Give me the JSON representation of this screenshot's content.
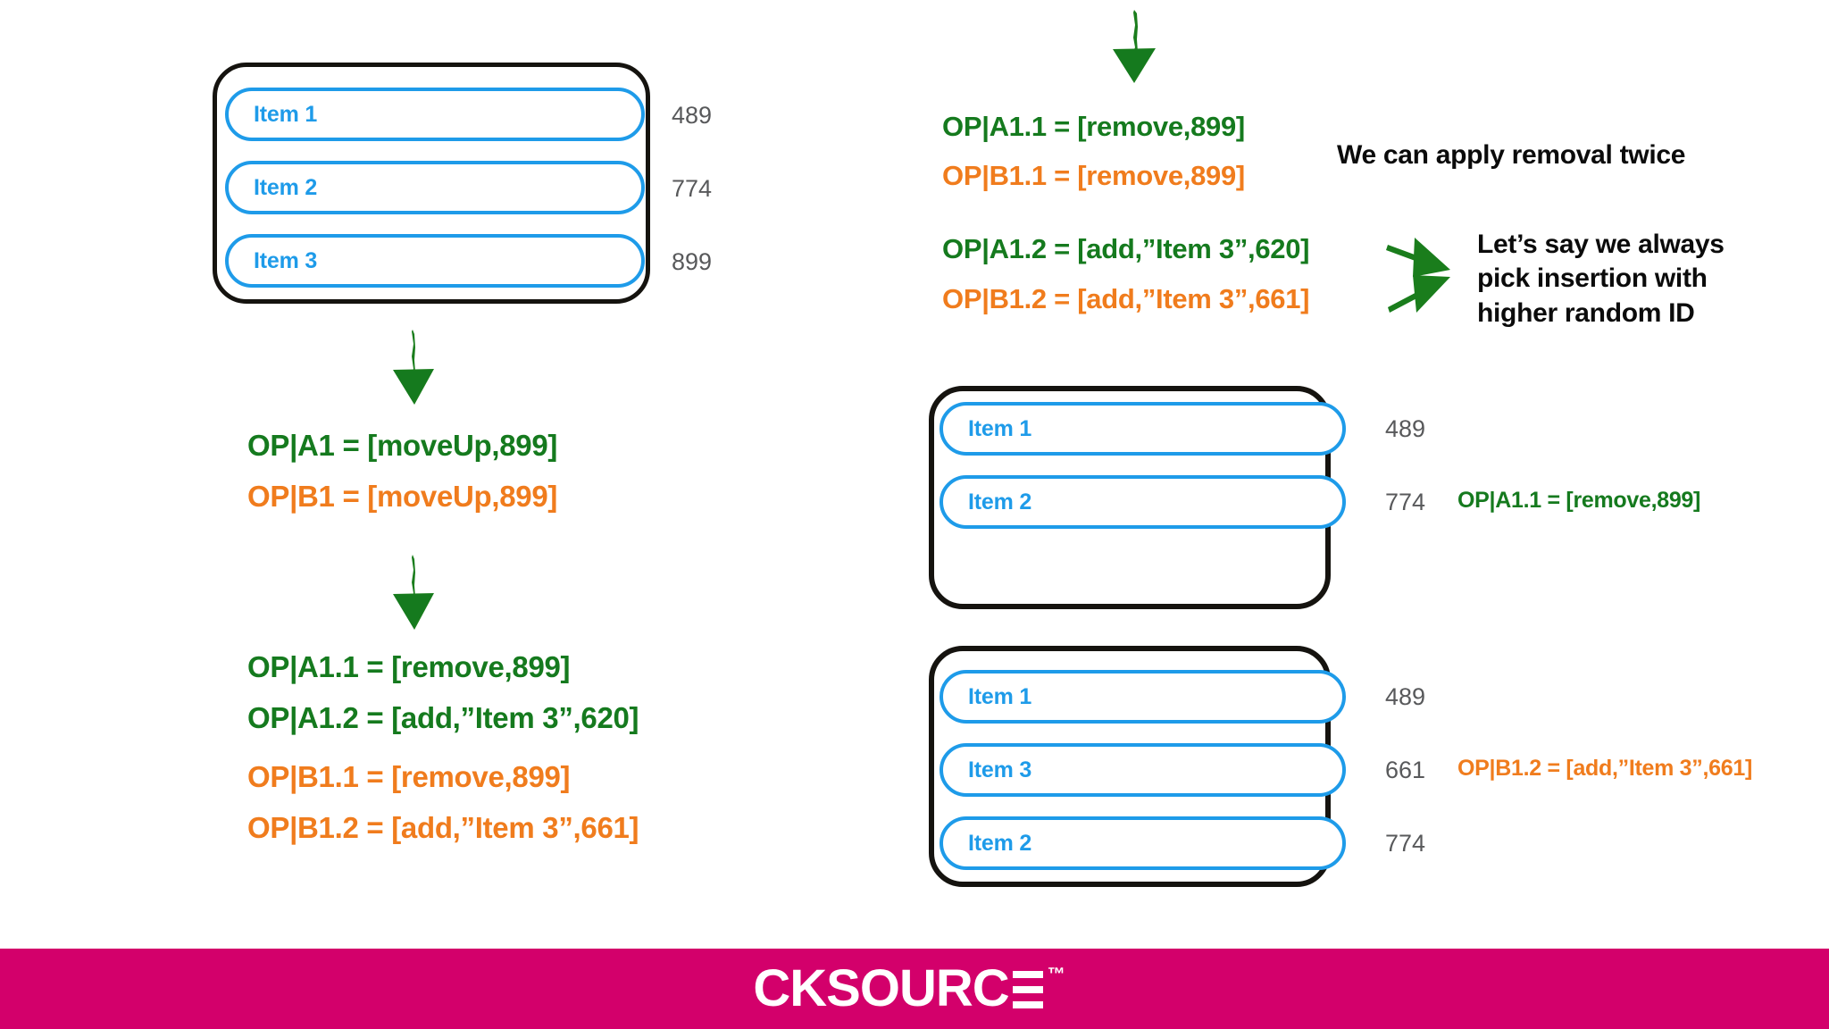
{
  "colors": {
    "blue": "#1e9be9",
    "green": "#157a1e",
    "orange": "#f07c1d",
    "id_gray": "#58595b",
    "black": "#15130f",
    "brand_magenta": "#d3006b"
  },
  "lists": {
    "initial": {
      "items": [
        {
          "label": "Item 1",
          "id": "489"
        },
        {
          "label": "Item 2",
          "id": "774"
        },
        {
          "label": "Item 3",
          "id": "899"
        }
      ]
    },
    "after_removal": {
      "items": [
        {
          "label": "Item 1",
          "id": "489"
        },
        {
          "label": "Item 2",
          "id": "774"
        }
      ]
    },
    "after_insert": {
      "items": [
        {
          "label": "Item 1",
          "id": "489"
        },
        {
          "label": "Item 3",
          "id": "661"
        },
        {
          "label": "Item 2",
          "id": "774"
        }
      ]
    }
  },
  "left_column": {
    "ops_stage1": [
      {
        "text": "OP|A1 = [moveUp,899]",
        "color": "green"
      },
      {
        "text": "OP|B1 = [moveUp,899]",
        "color": "orange"
      }
    ],
    "ops_stage2": [
      {
        "text": "OP|A1.1 = [remove,899]",
        "color": "green"
      },
      {
        "text": "OP|A1.2 = [add,”Item 3”,620]",
        "color": "green"
      },
      {
        "text": "OP|B1.1 = [remove,899]",
        "color": "orange"
      },
      {
        "text": "OP|B1.2 = [add,”Item 3”,661]",
        "color": "orange"
      }
    ]
  },
  "right_column": {
    "ops_removal": [
      {
        "text": "OP|A1.1 = [remove,899]",
        "color": "green"
      },
      {
        "text": "OP|B1.1 = [remove,899]",
        "color": "orange"
      }
    ],
    "ops_insert": [
      {
        "text": "OP|A1.2 = [add,”Item 3”,620]",
        "color": "green"
      },
      {
        "text": "OP|B1.2 = [add,”Item 3”,661]",
        "color": "orange"
      }
    ],
    "note_removal": "We can apply removal twice",
    "note_insertion": "Let’s say we always\npick insertion with\nhigher random ID",
    "annotation_middle": "OP|A1.1 = [remove,899]",
    "annotation_bottom": "OP|B1.2 = [add,”Item 3”,661]"
  },
  "arrows": {
    "left_down_1": "arrow-down-icon",
    "left_down_2": "arrow-down-icon",
    "right_top_down": "arrow-down-icon",
    "converge": "arrows-converge-right-icon"
  },
  "footer": {
    "logo_part1": "CKSOURC",
    "logo_trademark": "™"
  }
}
